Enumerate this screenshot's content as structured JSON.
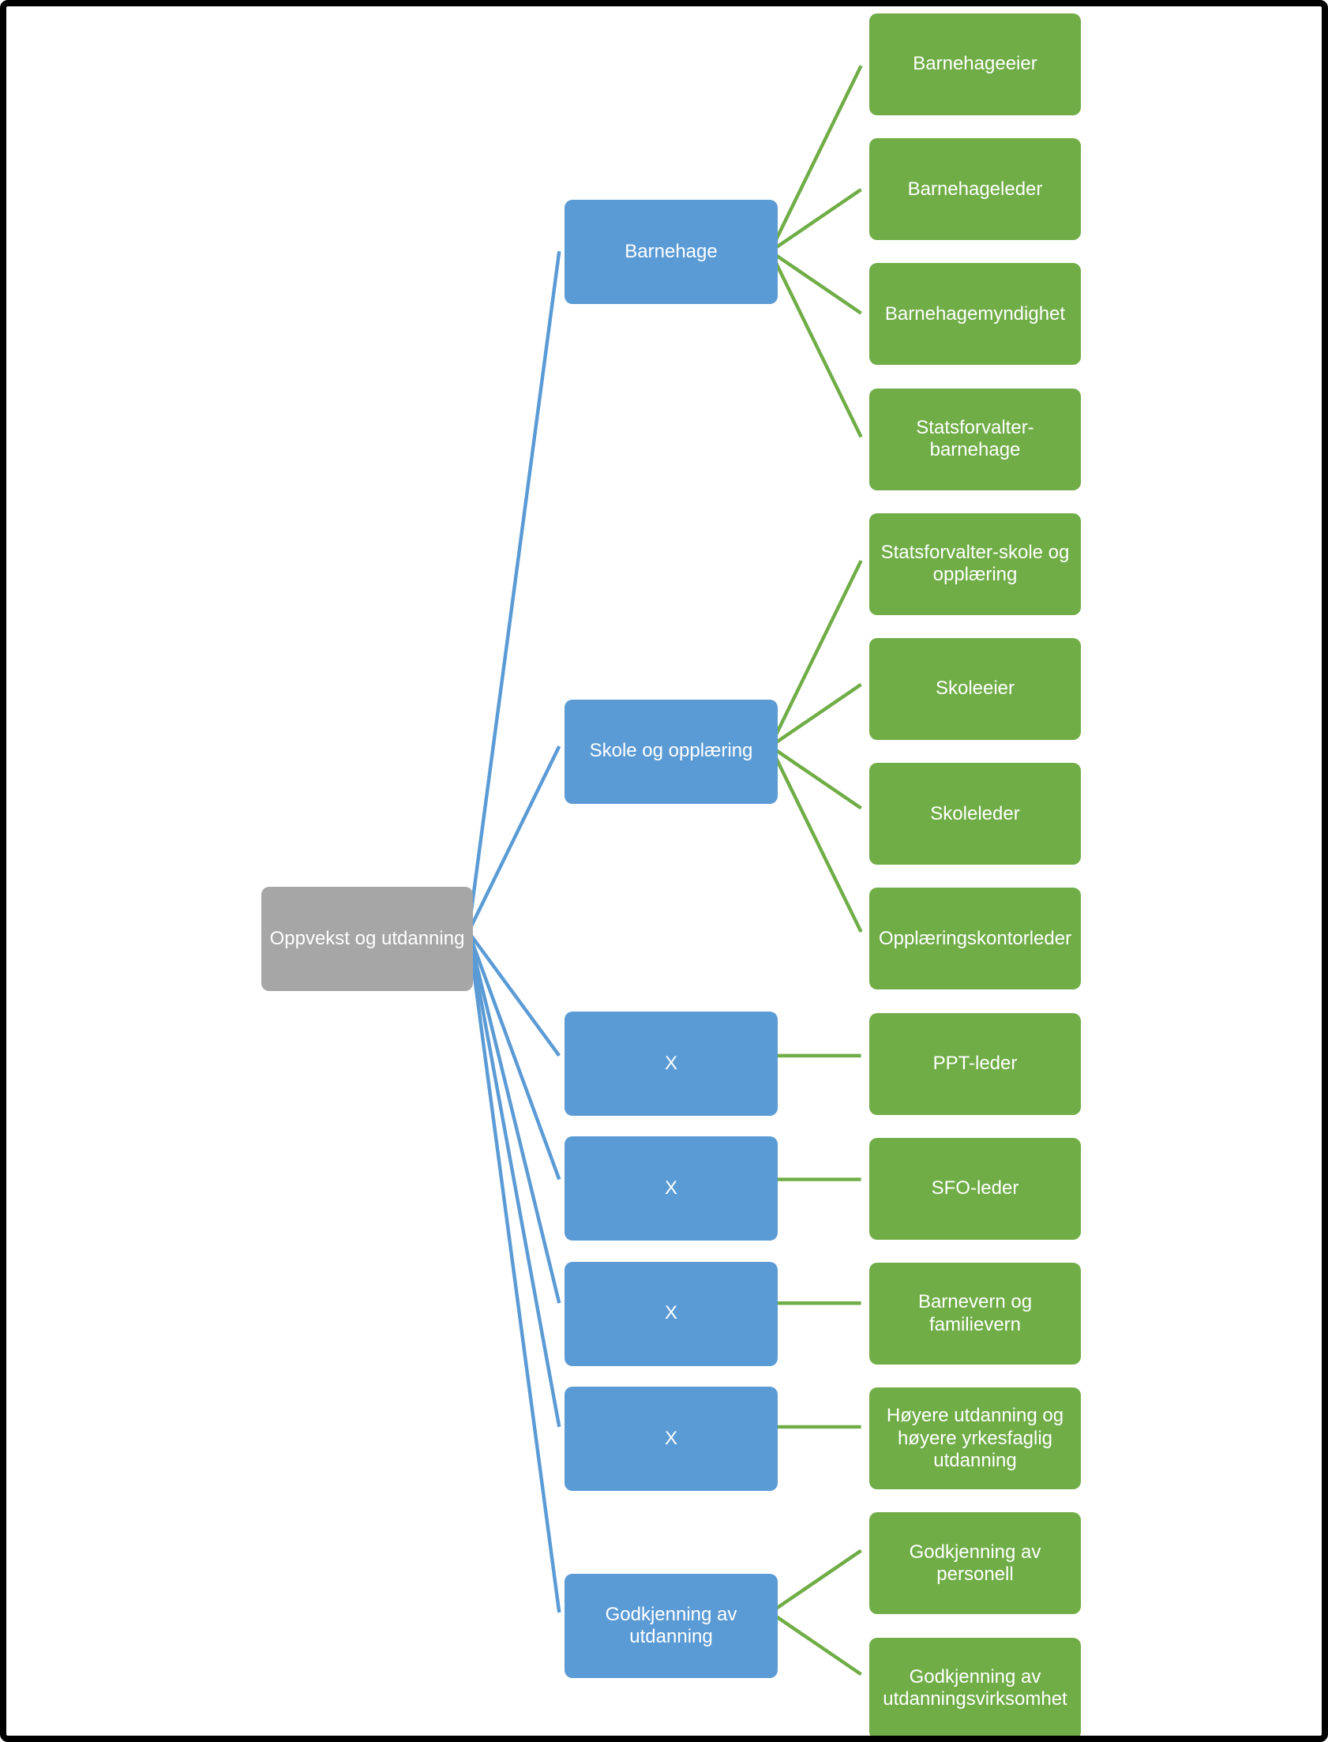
{
  "diagram": {
    "root": {
      "label": "Oppvekst og utdanning"
    },
    "branches": [
      {
        "label": "Barnehage",
        "children": [
          "Barnehageeier",
          "Barnehageleder",
          "Barnehagemyndighet",
          "Statsforvalter-barnehage"
        ]
      },
      {
        "label": "Skole og opplæring",
        "children": [
          "Statsforvalter-skole og opplæring",
          "Skoleeier",
          "Skoleleder",
          "Opplæringskontorleder"
        ]
      },
      {
        "label": "X",
        "children": [
          "PPT-leder"
        ]
      },
      {
        "label": "X",
        "children": [
          "SFO-leder"
        ]
      },
      {
        "label": "X",
        "children": [
          "Barnevern og familievern"
        ]
      },
      {
        "label": "X",
        "children": [
          "Høyere utdanning og høyere yrkesfaglig utdanning"
        ]
      },
      {
        "label": "Godkjenning av utdanning",
        "children": [
          "Godkjenning av personell",
          "Godkjenning av utdanningsvirksomhet"
        ]
      }
    ],
    "colors": {
      "root_fill": "#a6a6a6",
      "branch_fill": "#5b9bd5",
      "leaf_fill": "#70ad47",
      "connector_root": "#5b9bd5",
      "connector_branch": "#70ad47",
      "text": "#ffffff",
      "background": "#ffffff",
      "frame": "#000000"
    }
  }
}
